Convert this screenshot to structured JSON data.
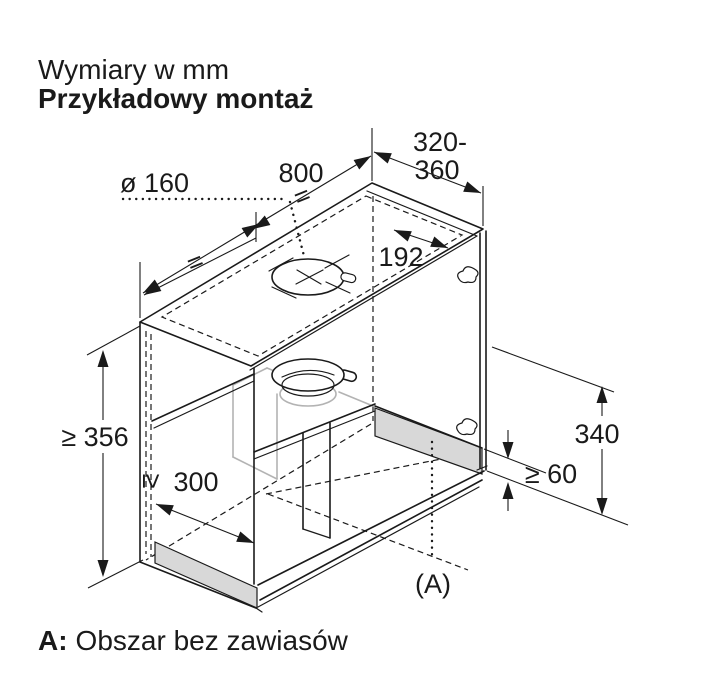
{
  "title": {
    "line1": "Wymiary w mm",
    "line2": "Przykładowy montaż"
  },
  "footer": {
    "label": "A:",
    "text": "Obszar bez zawiasów"
  },
  "dims": {
    "hole_diameter": "ø 160",
    "cabinet_width": "800",
    "equals_mark": "=",
    "depth_line1": "320-",
    "depth_line2": "360",
    "duct_offset": "192",
    "height_min_geq": "≥ 356",
    "clearance_geq_symbol": "≥",
    "clearance_value": "300",
    "front_height": "340",
    "hinge_gap": "≥ 60",
    "area_label": "(A)"
  },
  "colors": {
    "line": "#1a1a1a",
    "hidden_part": "#b3b3b3",
    "shaded_area": "#d8d8d8",
    "background": "#ffffff"
  }
}
